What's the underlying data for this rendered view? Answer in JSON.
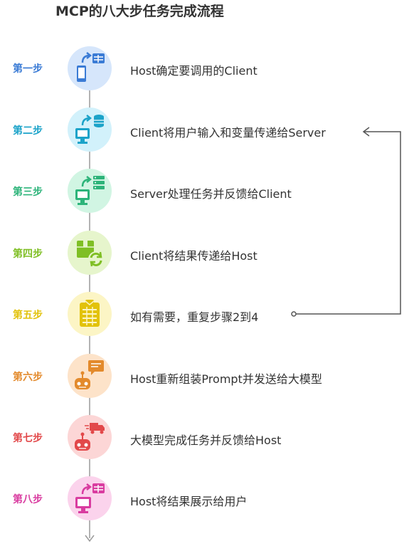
{
  "title": "MCP的八大步任务完成流程",
  "steps": [
    {
      "label": "第一步",
      "text": "Host确定要调用的Client",
      "color": "#3a7bd5",
      "bg": "#d6e6fb",
      "icon": "phone-to-table-icon"
    },
    {
      "label": "第二步",
      "text": "Client将用户输入和变量传递给Server",
      "color": "#1ba3c9",
      "bg": "#d2f1fb",
      "icon": "monitor-to-database-icon"
    },
    {
      "label": "第三步",
      "text": "Server处理任务并反馈给Client",
      "color": "#2db47a",
      "bg": "#d1f5e3",
      "icon": "monitor-to-server-icon"
    },
    {
      "label": "第四步",
      "text": "Client将结果传递给Host",
      "color": "#7fbf24",
      "bg": "#e6f5cc",
      "icon": "box-refresh-icon"
    },
    {
      "label": "第五步",
      "text": "如有需要，重复步骤2到4",
      "color": "#e2c20b",
      "bg": "#fcf5c5",
      "icon": "clipboard-list-icon"
    },
    {
      "label": "第六步",
      "text": "Host重新组装Prompt并发送给大模型",
      "color": "#e38a2c",
      "bg": "#fde3c9",
      "icon": "robot-chat-icon"
    },
    {
      "label": "第七步",
      "text": "大模型完成任务并反馈给Host",
      "color": "#e2484a",
      "bg": "#fcd6d6",
      "icon": "robot-truck-icon"
    },
    {
      "label": "第八步",
      "text": "Host将结果展示给用户",
      "color": "#d93ca0",
      "bg": "#fbd3ec",
      "icon": "monitor-to-table-icon"
    }
  ]
}
